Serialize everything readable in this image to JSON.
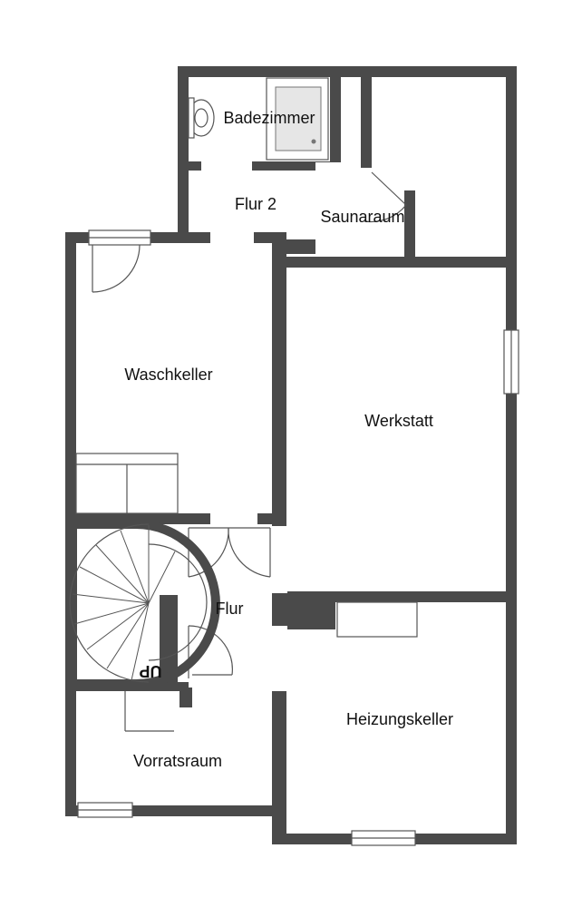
{
  "rooms": {
    "badezimmer": "Badezimmer",
    "flur2": "Flur 2",
    "saunaraum": "Saunaraum",
    "waschkeller": "Waschkeller",
    "werkstatt": "Werkstatt",
    "flur": "Flur",
    "heizungskeller": "Heizungskeller",
    "vorratsraum": "Vorratsraum"
  },
  "stairs": {
    "label": "UP"
  },
  "colors": {
    "wall": "#4a4a4a",
    "line": "#555555",
    "background": "#ffffff",
    "shower": "#e6e6e6"
  }
}
